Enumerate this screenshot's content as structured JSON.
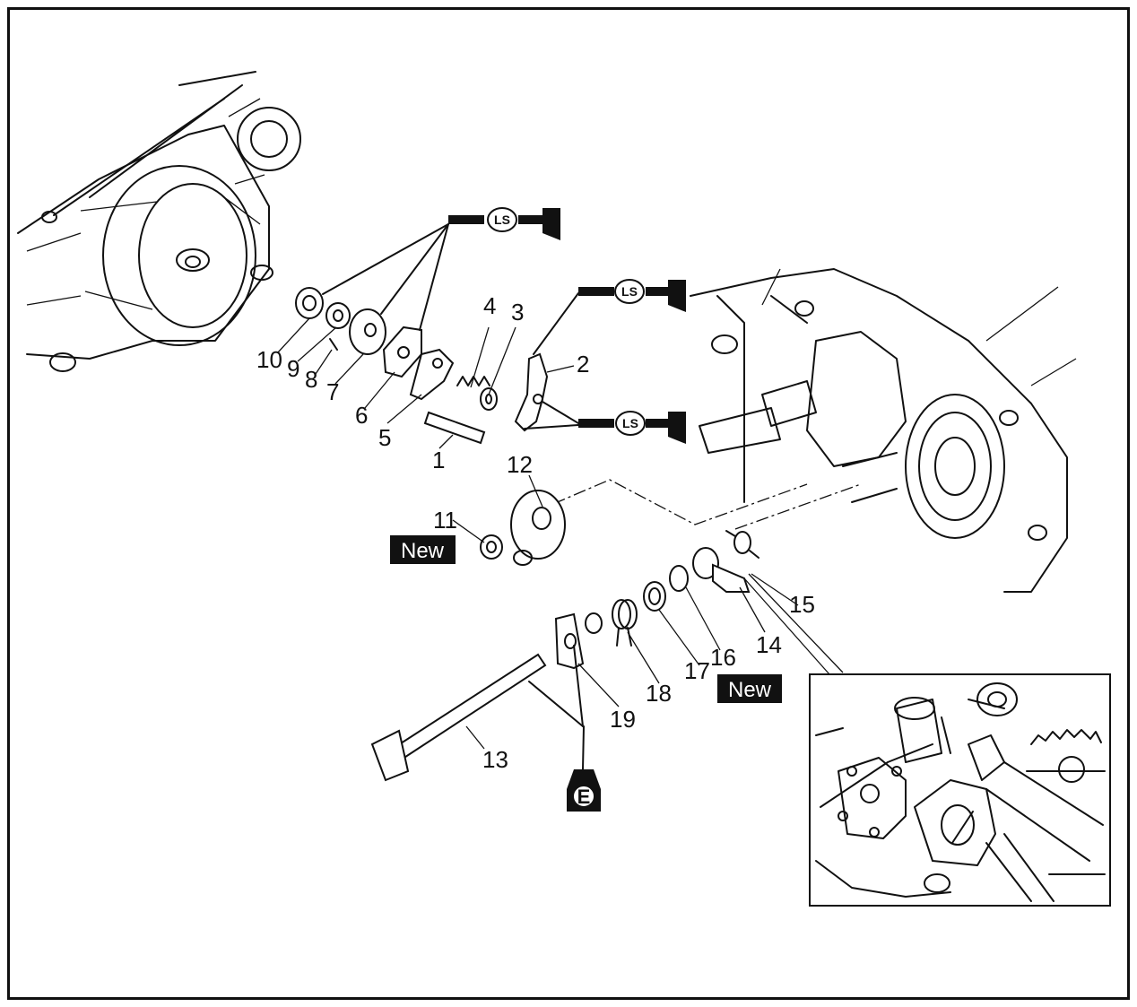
{
  "callouts": [
    {
      "id": "1",
      "text": "1"
    },
    {
      "id": "2",
      "text": "2"
    },
    {
      "id": "3",
      "text": "3"
    },
    {
      "id": "4",
      "text": "4"
    },
    {
      "id": "5",
      "text": "5"
    },
    {
      "id": "6",
      "text": "6"
    },
    {
      "id": "7",
      "text": "7"
    },
    {
      "id": "8",
      "text": "8"
    },
    {
      "id": "9",
      "text": "9"
    },
    {
      "id": "10",
      "text": "10"
    },
    {
      "id": "11",
      "text": "11"
    },
    {
      "id": "12",
      "text": "12"
    },
    {
      "id": "13",
      "text": "13"
    },
    {
      "id": "14",
      "text": "14"
    },
    {
      "id": "15",
      "text": "15"
    },
    {
      "id": "16",
      "text": "16"
    },
    {
      "id": "17",
      "text": "17"
    },
    {
      "id": "18",
      "text": "18"
    },
    {
      "id": "19",
      "text": "19"
    }
  ],
  "badges": {
    "new_left": "New",
    "new_right": "New"
  },
  "symbols": {
    "lithium_grease": "LS",
    "engine_oil": "E"
  }
}
